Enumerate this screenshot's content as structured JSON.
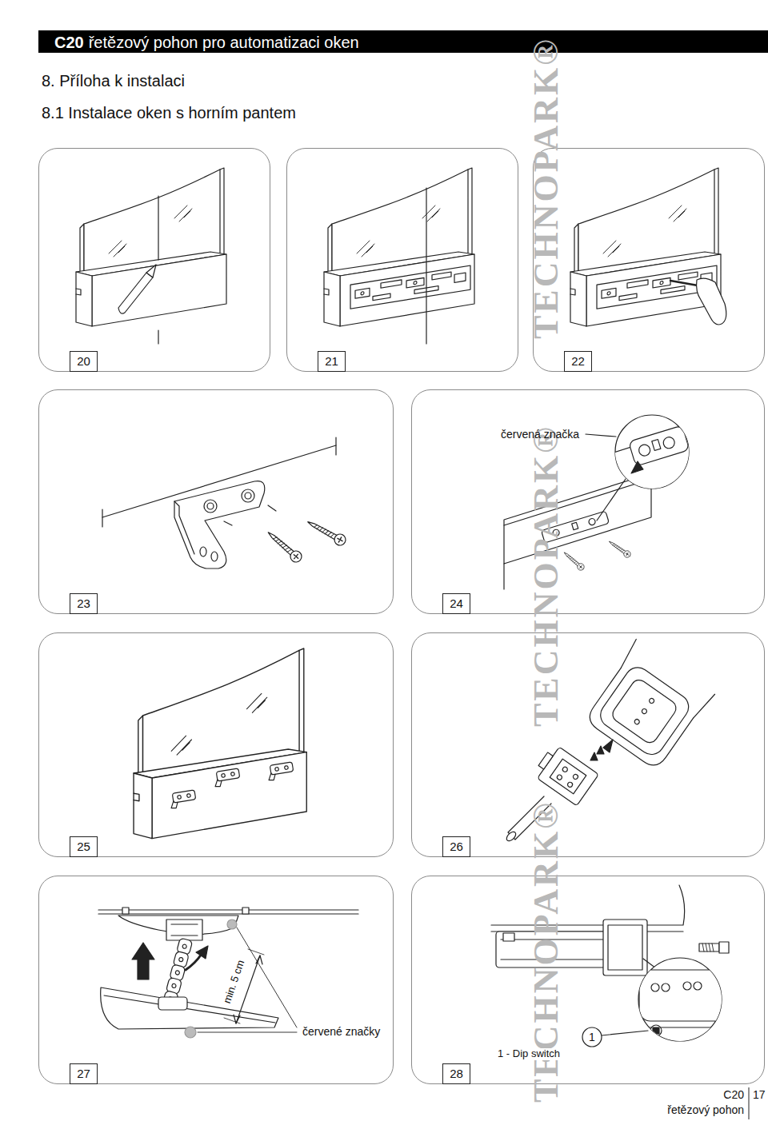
{
  "diagram": {
    "title": "8. Příloha k instalaci",
    "nodes": [
      {
        "text": [
          "20"
        ]
      },
      {
        "text": [
          "21"
        ]
      },
      {
        "text": [
          "22"
        ]
      },
      {
        "text": [
          "23"
        ]
      },
      {
        "text": [
          "24"
        ]
      },
      {
        "text": [
          "25"
        ]
      },
      {
        "text": [
          "26"
        ]
      },
      {
        "text": [
          "27"
        ]
      },
      {
        "text": [
          "28"
        ]
      }
    ],
    "labels": [
      "C20",
      "řetězový pohon pro automatizaci oken",
      "8.1 Instalace oken s horním pantem",
      "červená značka",
      "min. 5 cm",
      "červené značky",
      "1",
      "1 - Dip switch",
      "C20",
      "řetězový pohon",
      "17",
      "TECHNOPARK®",
      "TECHNOPARK®",
      "TECHNOPARK®"
    ]
  }
}
